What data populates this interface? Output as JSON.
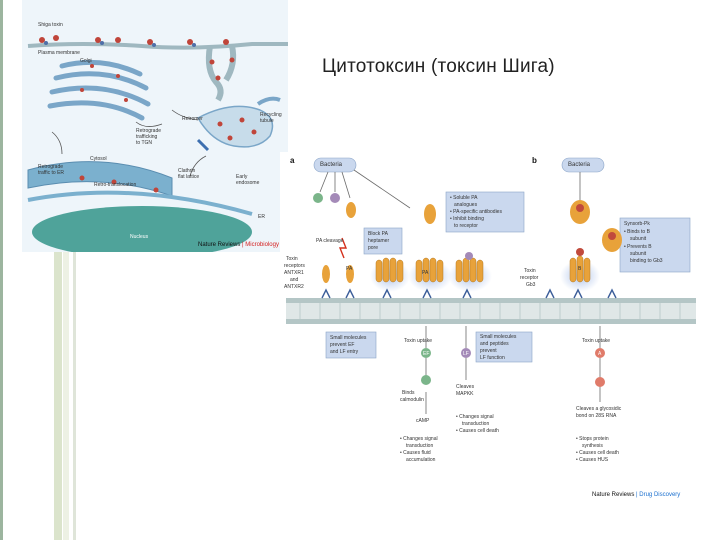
{
  "slide": {
    "title": "Цитотоксин (токсин Шига)"
  },
  "figure_a": {
    "labels": {
      "shiga_toxin": "Shiga toxin",
      "plasma_membrane": "Plasma membrane",
      "golgi": "Golgi",
      "retrograde_golgi": "Retrograde",
      "trafficking": "trafficking",
      "to_tgn": "to TGN",
      "retromer": "Retromer",
      "recycling_1": "Recycling",
      "recycling_2": "tubule",
      "cytosol": "Cytosol",
      "retrograde_er_1": "Retrograde",
      "retrograde_er_2": "traffic to ER",
      "retro_translocation": "Retro-translocation",
      "clathrin_1": "Clathrin",
      "clathrin_2": "flat lattice",
      "early_endosome_1": "Early",
      "early_endosome_2": "endosome",
      "er": "ER",
      "nucleus": "Nucleus"
    },
    "credit": {
      "source": "Nature Reviews",
      "sep": "|",
      "journal": "Microbiology"
    }
  },
  "figure_b": {
    "panel_a": "a",
    "panel_b": "b",
    "labels": {
      "bacteria_a": "Bacteria",
      "bacteria_b": "Bacteria",
      "soluble_1": "• Soluble PA",
      "soluble_2": "analogues",
      "soluble_3": "• PA-specific antibodies",
      "soluble_4": "• Inhibit binding",
      "soluble_5": "to receptor",
      "block_1": "Block PA",
      "block_2": "heptamer",
      "block_3": "pore",
      "pa_cleavage": "PA cleavage",
      "toxin_recept_1": "Toxin",
      "toxin_recept_2": "receptors",
      "toxin_recept_3": "ANTXR1",
      "toxin_recept_4": "and",
      "toxin_recept_5": "ANTXR2",
      "gb3_1": "Toxin",
      "gb3_2": "receptor",
      "gb3_3": "Gb3",
      "syn_1": "Synsorb-Pk",
      "syn_2": "• Binds to B",
      "syn_3": "subunit",
      "syn_4": "• Prevents B",
      "syn_5": "subunit",
      "syn_6": "binding to Gb3",
      "small_1": "Small molecules",
      "small_2": "prevent EF",
      "small_3": "and LF entry",
      "small_b1": "Small molecules",
      "small_b2": "and peptides",
      "small_b3": "prevent",
      "small_b4": "LF function",
      "uptake": "Toxin uptake",
      "uptake_b": "Toxin uptake",
      "ef_1": "Binds",
      "ef_2": "calmodulin",
      "lf_1": "Cleaves",
      "lf_2": "MAPKK",
      "camp": "cAMP",
      "cascade_1": "• Changes signal",
      "cascade_2": "transduction",
      "cascade_3": "• Causes fluid",
      "cascade_4": "accumulation",
      "lf_out_1": "• Changes signal",
      "lf_out_2": "transduction",
      "lf_out_3": "• Causes cell death",
      "st_1": "Cleaves a glycosidic",
      "st_2": "bond on 28S RNA",
      "st_out_1": "• Stops protein",
      "st_out_2": "synthesis",
      "st_out_3": "• Causes cell death",
      "st_out_4": "• Causes HUS",
      "pa": "PA",
      "ef": "EF",
      "lf": "LF",
      "a_sub": "A",
      "b_sub": "B"
    },
    "credit": {
      "source": "Nature Reviews",
      "sep": "|",
      "journal": "Drug Discovery"
    }
  },
  "colors": {
    "membrane": "#b4c6c6",
    "toxin_orange": "#e8a23a",
    "toxin_red": "#c14a3c",
    "box_blue": "#cad8ee",
    "nucleus_green": "#4fa39a",
    "arrow": "#6a6a6a"
  }
}
